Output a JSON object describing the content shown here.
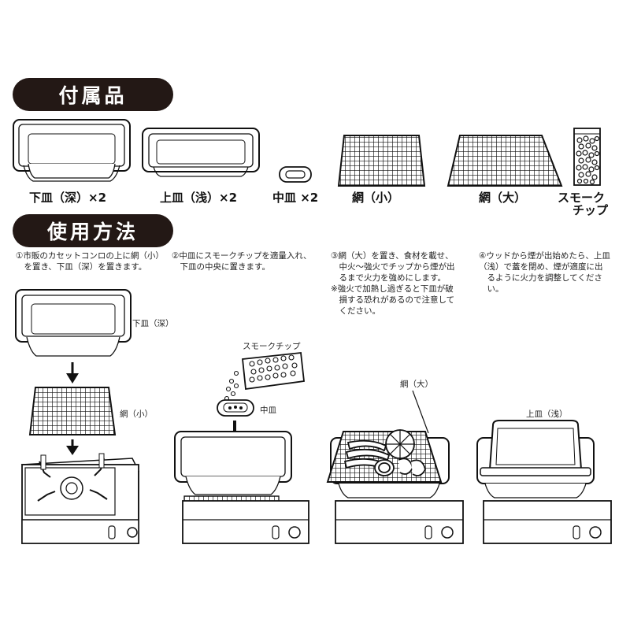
{
  "sections": {
    "accessories_title": "付属品",
    "usage_title": "使用方法"
  },
  "accessories": {
    "lower_tray": "下皿（深）×2",
    "upper_tray": "上皿（浅）×2",
    "middle_tray": "中皿 ×2",
    "net_small": "網（小）",
    "net_large": "網（大）",
    "smoke_chip_line1": "スモーク",
    "smoke_chip_line2": "チップ"
  },
  "steps": [
    {
      "lines": [
        "①市販のカセットコンロの上に網（小）",
        "　を置き、下皿（深）を置きます。"
      ]
    },
    {
      "lines": [
        "②中皿にスモークチップを適量入れ、",
        "　下皿の中央に置きます。"
      ]
    },
    {
      "lines": [
        "③網（大）を置き、食材を載せ、",
        "　中火～強火でチップから煙が出",
        "　るまで火力を強めにします。",
        "※強火で加熱し過ぎると下皿が破",
        "　損する恐れがあるので注意して",
        "　ください。"
      ]
    },
    {
      "lines": [
        "④ウッドから煙が出始めたら、上皿",
        "（浅）で蓋を閉め、煙が適度に出",
        "　るように火力を調整してくださ",
        "　い。"
      ]
    }
  ],
  "diagram_labels": {
    "lower_tray": "下皿（深）",
    "net_small": "網（小）",
    "smoke_chip": "スモークチップ",
    "middle_tray": "中皿",
    "net_large": "網（大）",
    "upper_tray": "上皿（浅）"
  }
}
